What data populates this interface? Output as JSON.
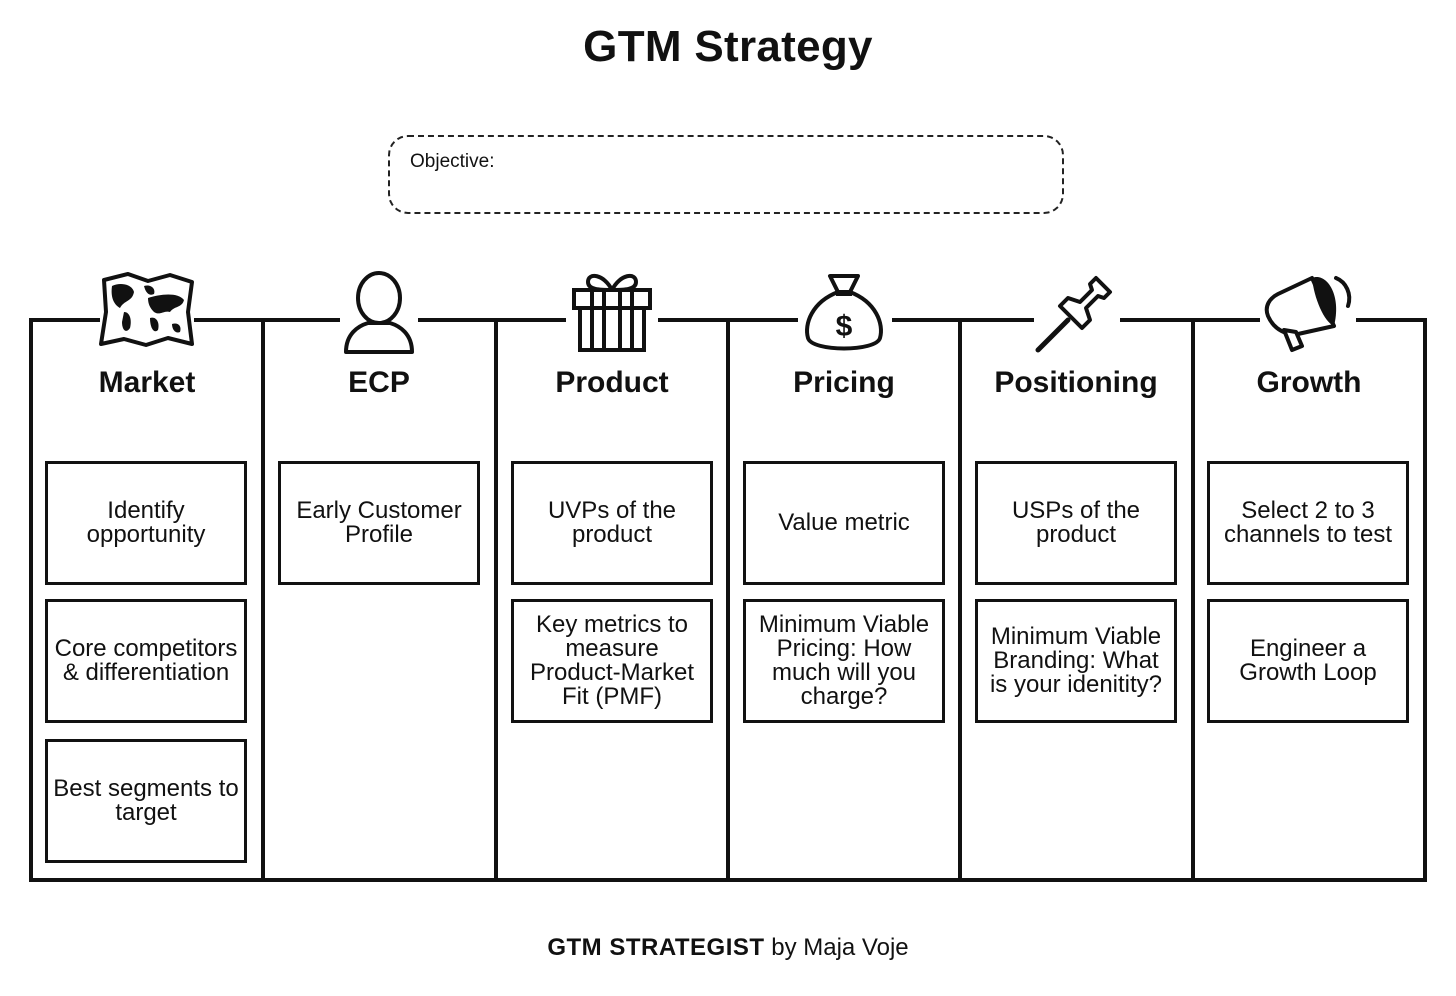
{
  "title": "GTM Strategy",
  "objective": {
    "label": "Objective:"
  },
  "columns": [
    {
      "name": "Market",
      "icon": "world-map-icon",
      "cards": [
        "Identify opportunity",
        "Core competitors & differentiation",
        "Best segments to target"
      ]
    },
    {
      "name": "ECP",
      "icon": "person-icon",
      "cards": [
        "Early Customer Profile"
      ]
    },
    {
      "name": "Product",
      "icon": "gift-box-icon",
      "cards": [
        "UVPs of the product",
        "Key metrics to measure Product-Market Fit (PMF)"
      ]
    },
    {
      "name": "Pricing",
      "icon": "money-bag-icon",
      "cards": [
        "Value metric",
        "Minimum Viable Pricing: How much will you charge?"
      ]
    },
    {
      "name": "Positioning",
      "icon": "pushpin-icon",
      "cards": [
        "USPs of the product",
        "Minimum Viable Branding: What is your idenitity?"
      ]
    },
    {
      "name": "Growth",
      "icon": "megaphone-icon",
      "cards": [
        "Select 2 to 3 channels to test",
        "Engineer a Growth Loop"
      ]
    }
  ],
  "footer": {
    "brand": "GTM STRATEGIST",
    "byline": " by Maja Voje"
  },
  "colors": {
    "ink": "#111111",
    "background": "#ffffff"
  }
}
